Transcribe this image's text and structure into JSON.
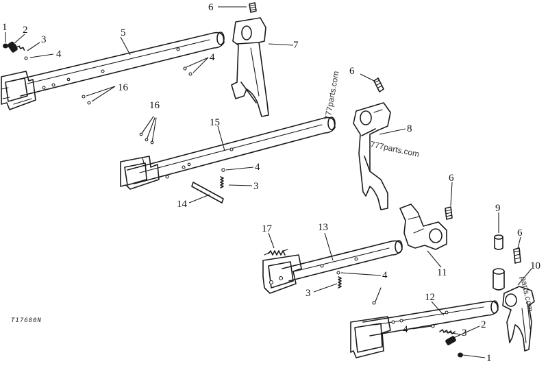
{
  "callouts": {
    "c1a": "1",
    "c2a": "2",
    "c3a": "3",
    "c4a": "4",
    "c5": "5",
    "c6a": "6",
    "c7": "7",
    "c4b": "4",
    "c16a": "16",
    "c6b": "6",
    "c8": "8",
    "c16b": "16",
    "c15": "15",
    "c4c": "4",
    "c3b": "3",
    "c14": "14",
    "c6c": "6",
    "c9": "9",
    "c6d": "6",
    "c10": "10",
    "c11": "11",
    "c17": "17",
    "c13": "13",
    "c4d": "4",
    "c3c": "3",
    "c12": "12",
    "c3d": "3",
    "c2b": "2",
    "c4e": "4",
    "c1b": "1"
  },
  "watermarks": [
    "777parts.com",
    "777parts.com",
    "parts.com"
  ],
  "figure_code": "T17680N"
}
